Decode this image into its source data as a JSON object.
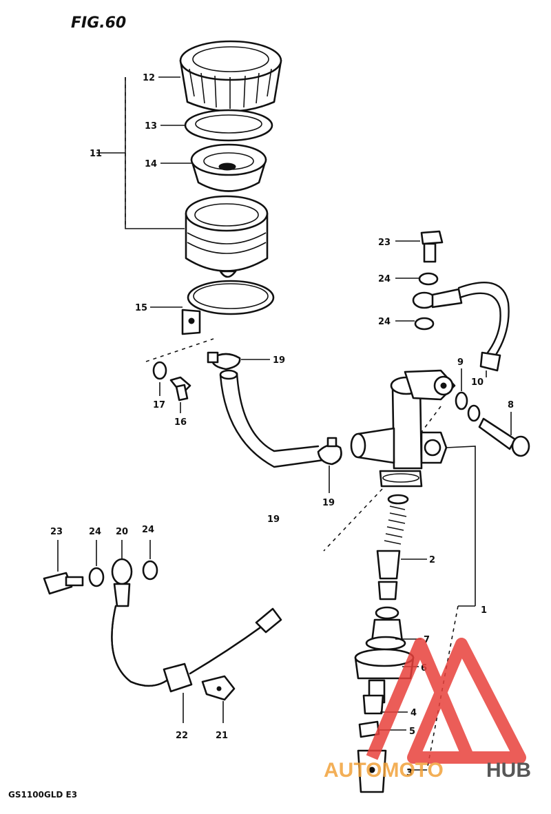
{
  "figure": {
    "title": "FIG.60",
    "model_code": "GS1100GLD E3"
  },
  "callouts": {
    "c1": "1",
    "c2": "2",
    "c3": "3",
    "c4": "4",
    "c5": "5",
    "c6": "6",
    "c7": "7",
    "c8": "8",
    "c9": "9",
    "c10": "10",
    "c11": "11",
    "c12": "12",
    "c13": "13",
    "c14": "14",
    "c15": "15",
    "c16": "16",
    "c17": "17",
    "c19a": "19",
    "c19b": "19",
    "c19c": "19",
    "c20": "20",
    "c21": "21",
    "c22": "22",
    "c23a": "23",
    "c23b": "23",
    "c24a": "24",
    "c24b": "24",
    "c24c": "24",
    "c24d": "24"
  },
  "watermark": {
    "text_colored": "AUTOMOTO",
    "text_dark": "HUB",
    "color_primary": "#e8413c",
    "color_secondary": "#f2a23a",
    "color_dark": "#3a3a3a"
  }
}
